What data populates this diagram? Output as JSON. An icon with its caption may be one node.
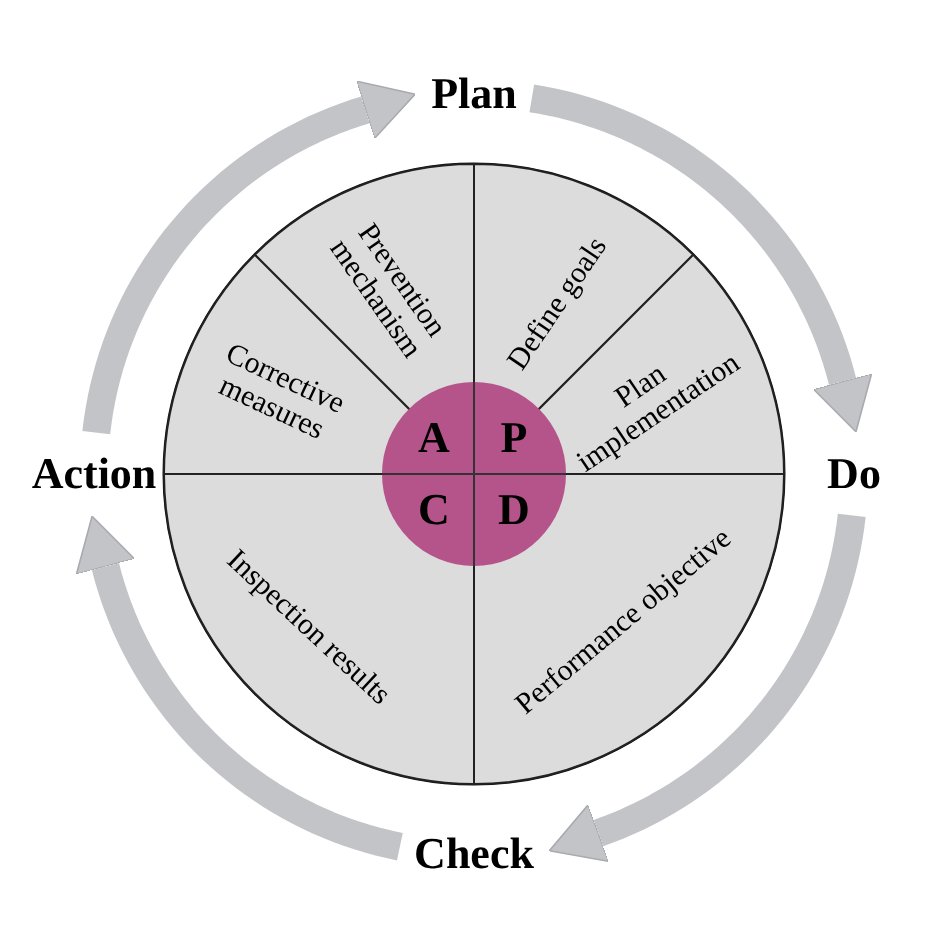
{
  "diagram": {
    "nodes": [
      {
        "text": [
          "Plan"
        ]
      },
      {
        "text": [
          "Do"
        ]
      },
      {
        "text": [
          "Check"
        ]
      },
      {
        "text": [
          "Action"
        ]
      },
      {
        "text": [],
        "shape": "circle"
      },
      {
        "text": [
          "Prevention mechanism"
        ],
        "in": 4
      },
      {
        "text": [
          "Define goals"
        ],
        "in": 4
      },
      {
        "text": [
          "Plan implementation"
        ],
        "in": 4
      },
      {
        "text": [
          "Performance objective"
        ],
        "in": 4
      },
      {
        "text": [
          "Inspection results"
        ],
        "in": 4
      },
      {
        "text": [
          "Corrective measures"
        ],
        "in": 4
      },
      {
        "text": [
          "A",
          "P",
          "C",
          "D"
        ],
        "in": 4
      }
    ],
    "edges": [
      {
        "from": 0,
        "to": 1,
        "arrow": "to"
      },
      {
        "from": 1,
        "to": 2,
        "arrow": "to"
      },
      {
        "from": 2,
        "to": 3,
        "arrow": "to"
      },
      {
        "from": 3,
        "to": 0,
        "arrow": "to"
      }
    ]
  }
}
